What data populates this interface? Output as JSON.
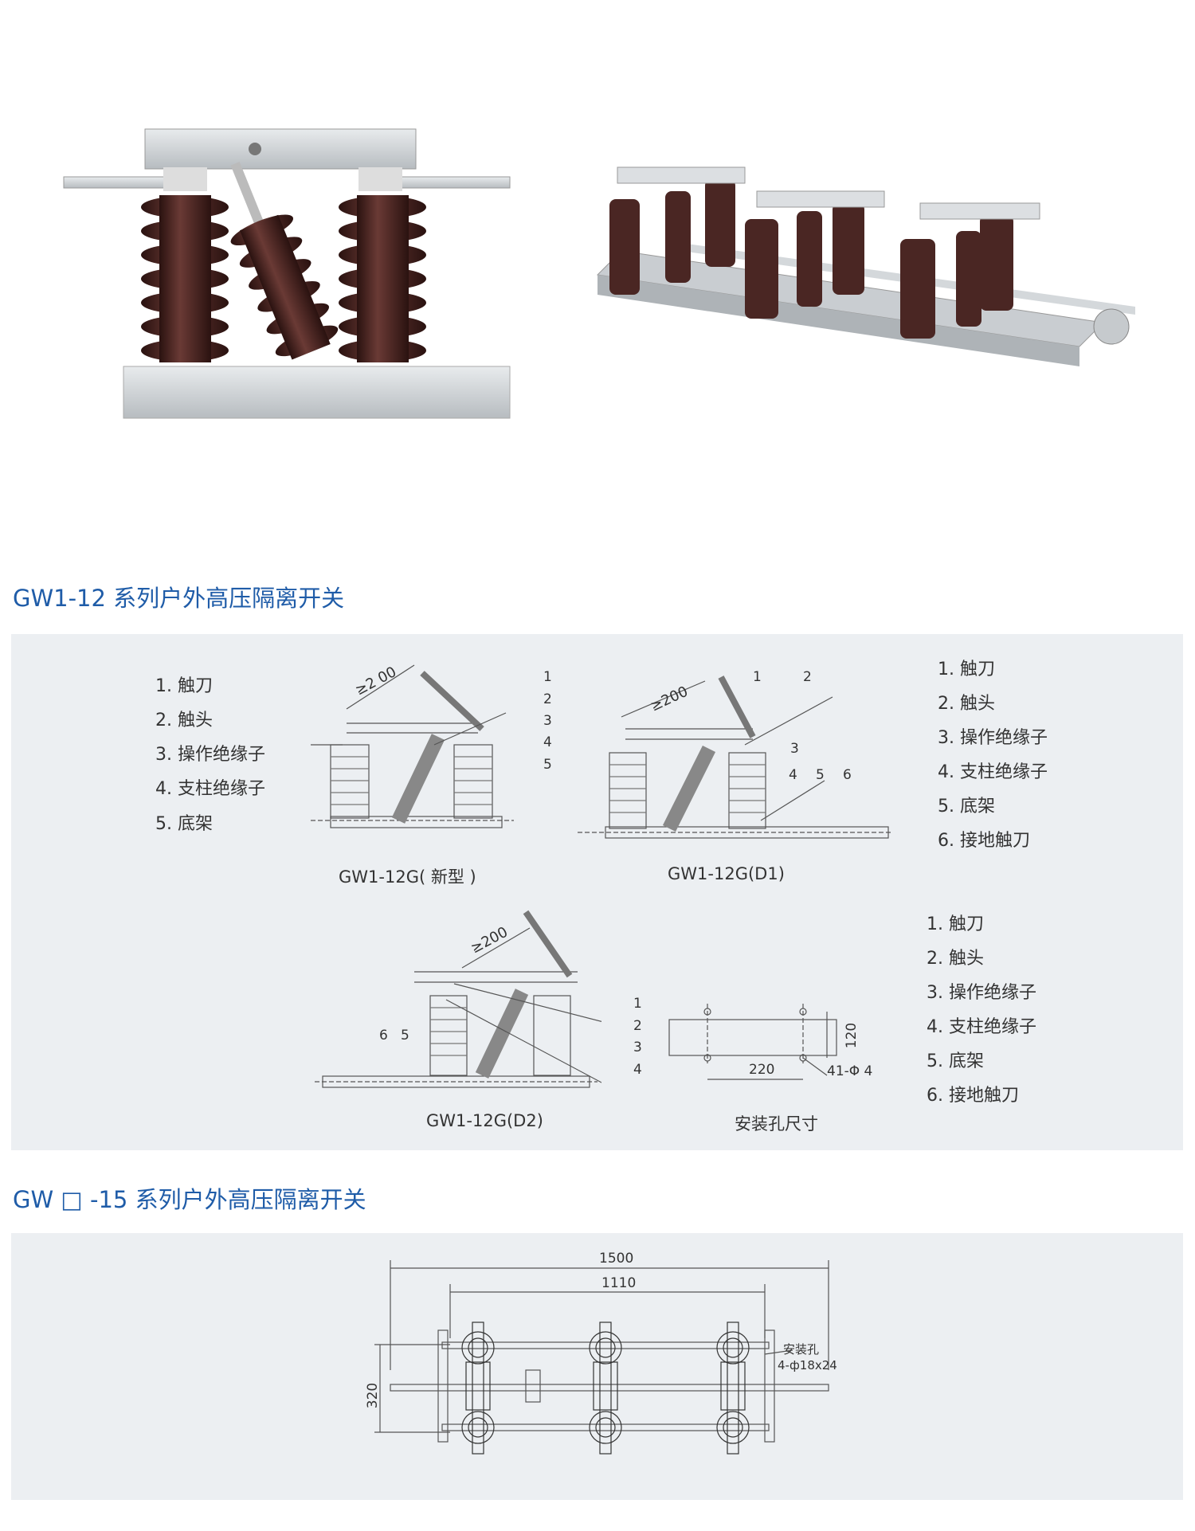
{
  "section1": {
    "title": "GW1-12 系列户外高压隔离开关"
  },
  "diagram1": {
    "legend_left": [
      "1. 触刀",
      "2. 触头",
      "3. 操作绝缘子",
      "4. 支柱绝缘子",
      "5. 底架"
    ],
    "legend_right": [
      "1. 触刀",
      "2. 触头",
      "3. 操作绝缘子",
      "4. 支柱绝缘子",
      "5. 底架",
      "6. 接地触刀"
    ],
    "legend_right2": [
      "1. 触刀",
      "2. 触头",
      "3. 操作绝缘子",
      "4. 支柱绝缘子",
      "5. 底架",
      "6. 接地触刀"
    ],
    "captions": {
      "a": "GW1-12G( 新型 )",
      "b": "GW1-12G(D1)",
      "c": "GW1-12G(D2)",
      "d": "安装孔尺寸"
    },
    "dim_a": "≥2 00",
    "dim_b": "≥200",
    "dim_c": "≥200",
    "mount": {
      "w": "220",
      "h": "120",
      "hole": "41-Φ 4"
    },
    "callouts": [
      "1",
      "2",
      "3",
      "4",
      "5",
      "6"
    ]
  },
  "section2": {
    "title": "GW □ -15 系列户外高压隔离开关"
  },
  "diagram2": {
    "dim_overall": "1500",
    "dim_inner": "1110",
    "dim_height": "320",
    "hole_label": "安装孔",
    "hole_spec": "4-ф18x24"
  },
  "colors": {
    "title_blue": "#1f5ca8",
    "porcelain": "#4a2623",
    "panel": "#eceff2"
  }
}
